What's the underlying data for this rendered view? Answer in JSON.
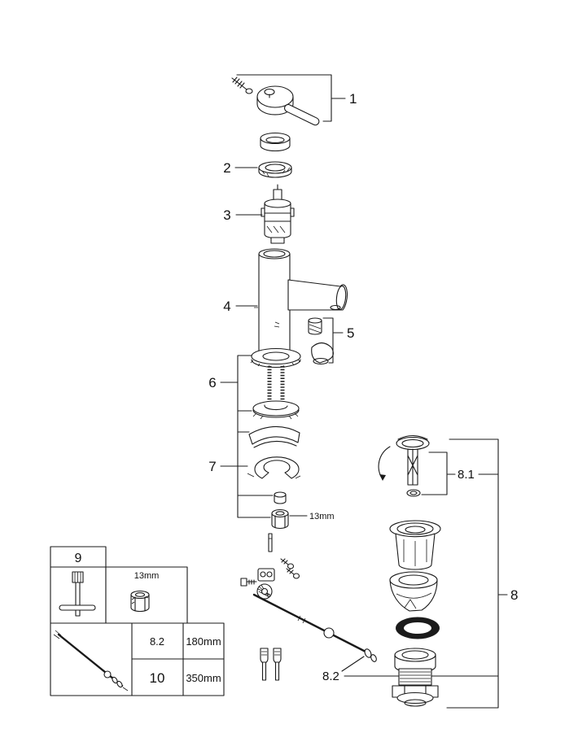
{
  "diagram": {
    "kind": "exploded-parts-diagram",
    "background": "#ffffff",
    "line_color": "#1a1a1a",
    "callouts": {
      "part1": "1",
      "part2": "2",
      "part3": "3",
      "part4": "4",
      "part5": "5",
      "part6": "6",
      "part7": "7",
      "part8": "8",
      "part8_1": "8.1",
      "part8_2": "8.2",
      "wrench_size": "13mm"
    },
    "tool_box": {
      "part_label": "9",
      "wrench_size": "13mm"
    },
    "length_table": {
      "rows": [
        {
          "part": "8.2",
          "length": "180mm"
        },
        {
          "part": "10",
          "length": "350mm"
        }
      ]
    }
  }
}
